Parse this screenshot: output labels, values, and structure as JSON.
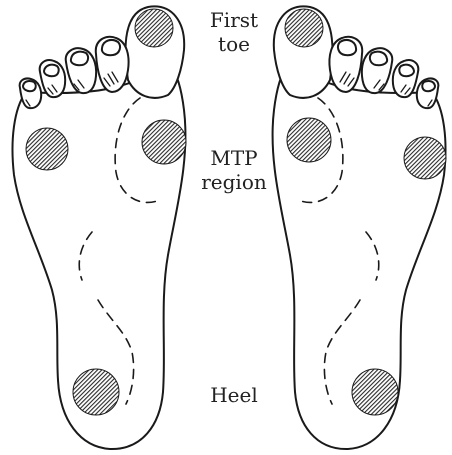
{
  "labels": {
    "first_toe_line1": "First",
    "first_toe_line2": "toe",
    "mtp_line1": "MTP",
    "mtp_line2": "region",
    "heel": "Heel"
  },
  "colors": {
    "outline": "#1a1a1a",
    "hatch": "#2b2b2b",
    "background": "#ffffff"
  }
}
